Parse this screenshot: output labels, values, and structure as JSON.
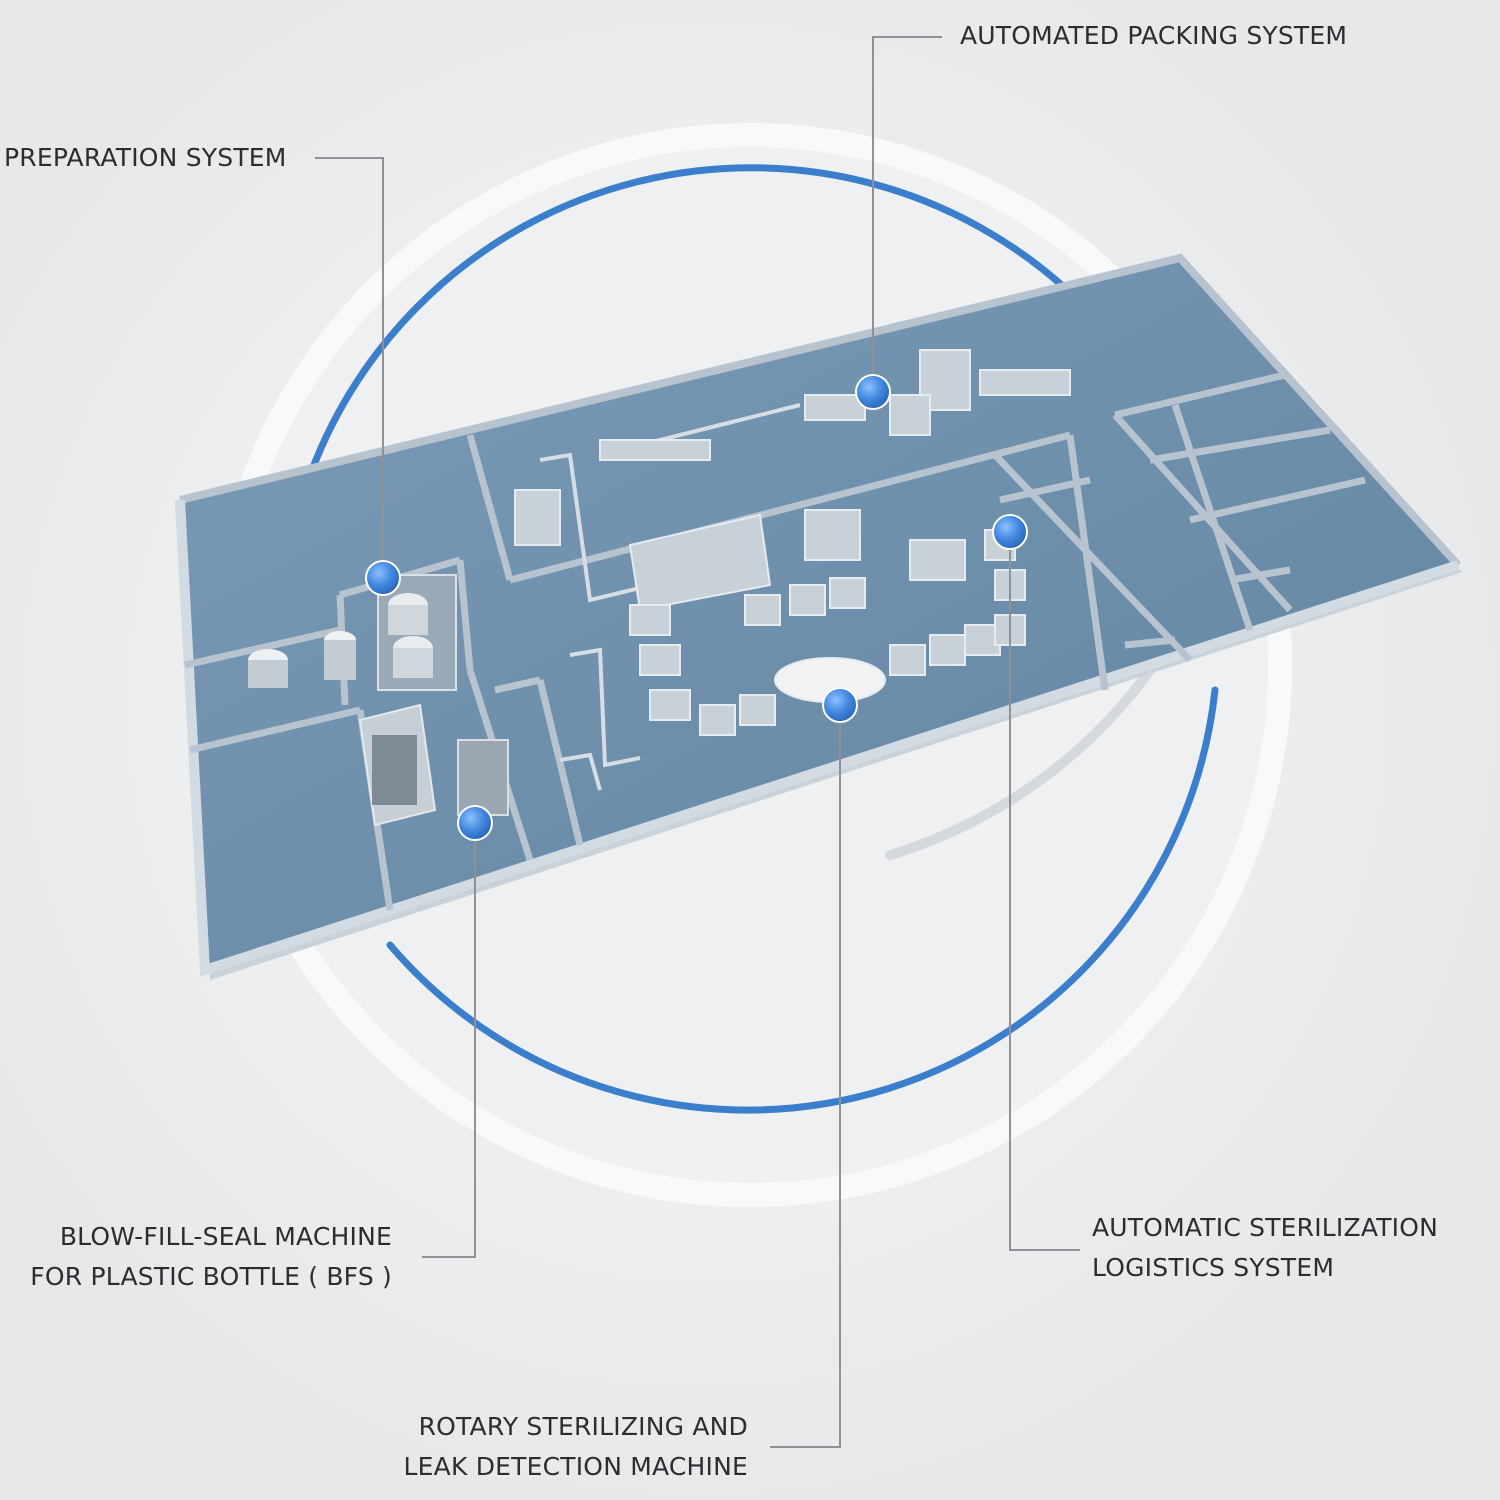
{
  "labels": {
    "automated_packing": "AUTOMATED PACKING SYSTEM",
    "preparation": "PREPARATION SYSTEM",
    "bfs_line1": "BLOW-FILL-SEAL MACHINE",
    "bfs_line2": "FOR PLASTIC BOTTLE ( BFS )",
    "sterilization_logistics_line1": "AUTOMATIC STERILIZATION",
    "sterilization_logistics_line2": "LOGISTICS SYSTEM",
    "rotary_line1": "ROTARY STERILIZING AND",
    "rotary_line2": "LEAK DETECTION MACHINE"
  },
  "colors": {
    "background": "#eceeef",
    "ring_light": "#ffffff",
    "ring_blue": "#3b7fcc",
    "floor": "#6e8fac",
    "wall": "#b7c3cf",
    "marker": "#3f87de",
    "leader": "#8e9296",
    "text": "#2b2d30"
  }
}
